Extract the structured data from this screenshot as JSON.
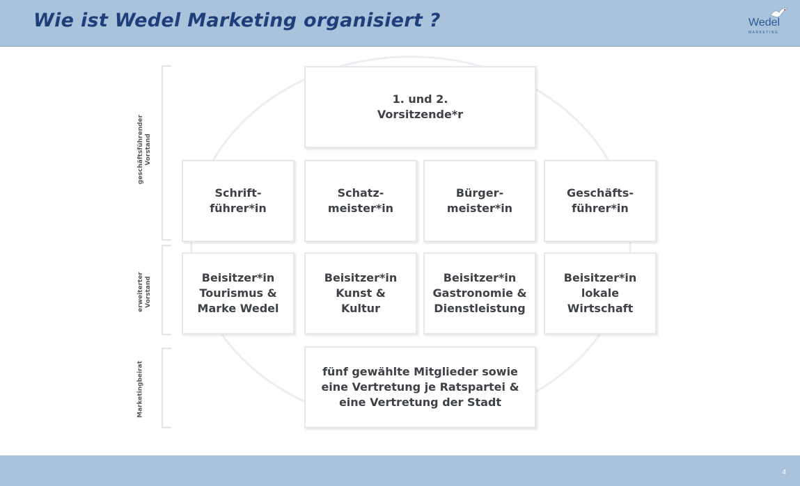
{
  "header": {
    "title": "Wie ist Wedel Marketing organisiert ?",
    "logo_text": "Wedel",
    "logo_subtext": "MARKETING"
  },
  "footer": {
    "page_number": "4"
  },
  "side_labels": {
    "executive": "geschäftsführender\nVorstand",
    "extended": "erweiterter\nVorstand",
    "advisory": "Marketingbeirat"
  },
  "boxes": {
    "chair": "1. und 2.\nVorsitzende*r",
    "secretary": "Schrift-\nführer*in",
    "treasurer": "Schatz-\nmeister*in",
    "mayor": "Bürger-\nmeister*in",
    "managing_director": "Geschäfts-\nführer*in",
    "assessor_tourism": "Beisitzer*in\nTourismus &\nMarke Wedel",
    "assessor_culture": "Beisitzer*in\nKunst &\nKultur",
    "assessor_gastronomy": "Beisitzer*in\nGastronomie &\nDienstleistung",
    "assessor_economy": "Beisitzer*in\nlokale\nWirtschaft",
    "advisory_board": "fünf gewählte Mitglieder sowie\neine Vertretung je Ratspartei &\neine Vertretung der Stadt"
  },
  "colors": {
    "header_bg": "#a9c3dd",
    "title": "#1f3f7a",
    "box_text": "#3e4145",
    "box_border": "#e6e8ee"
  }
}
